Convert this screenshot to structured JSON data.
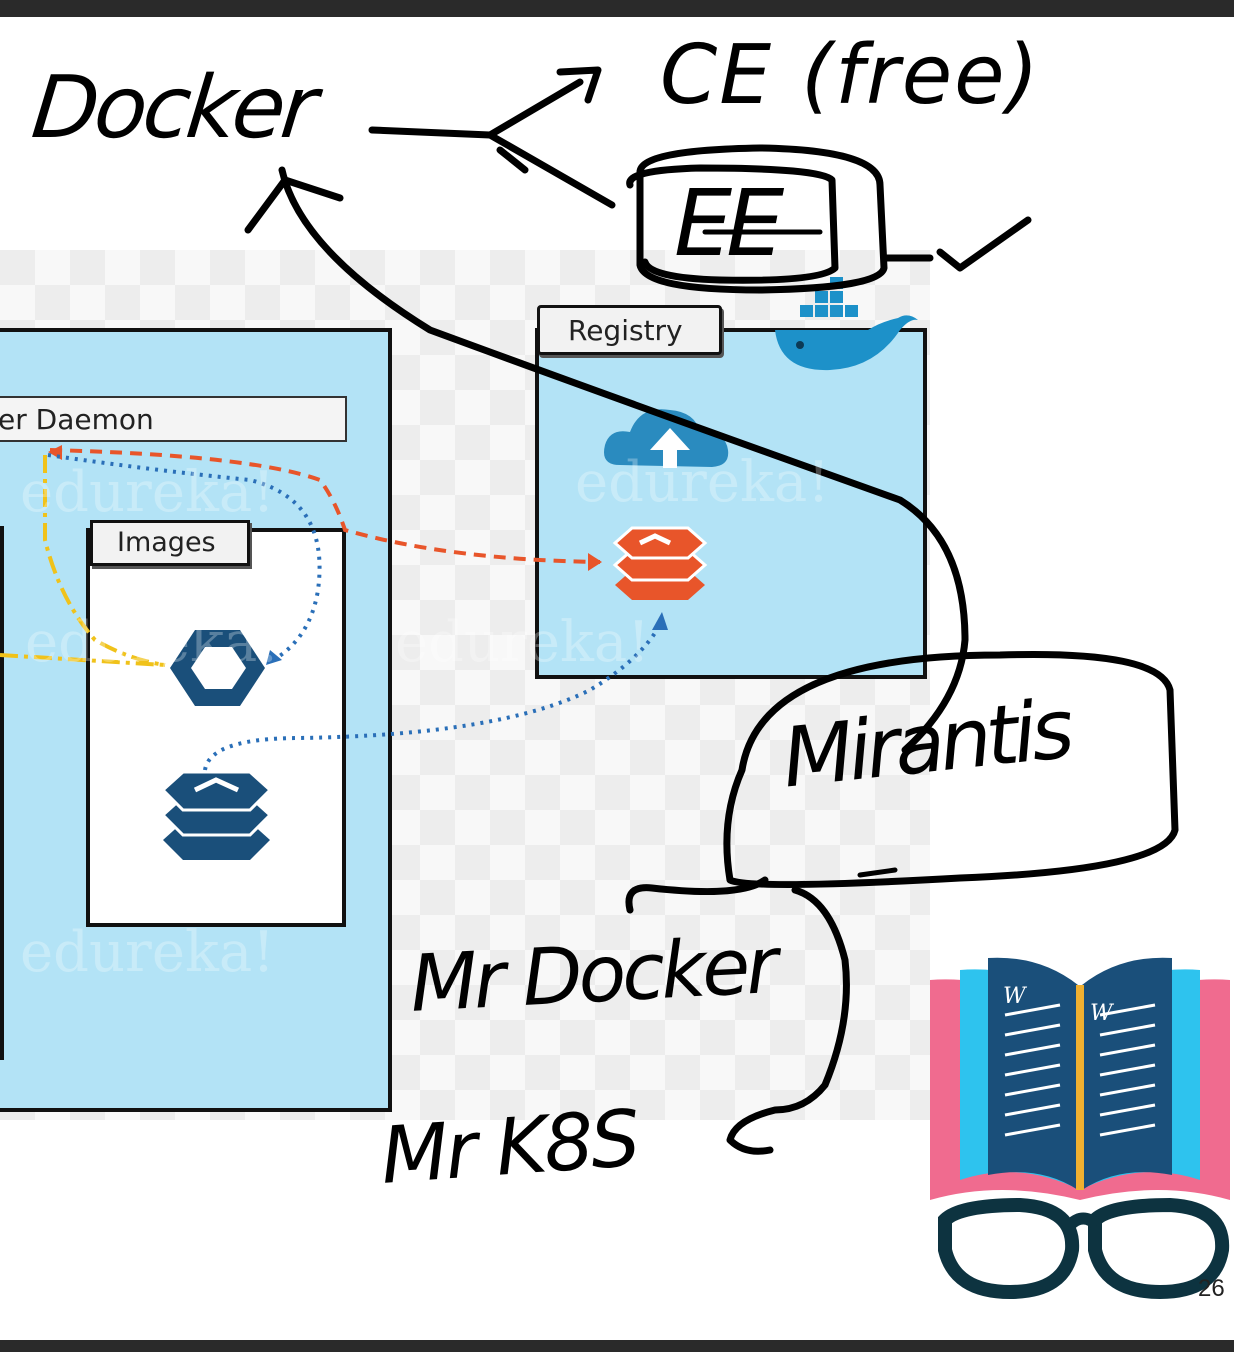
{
  "diagram": {
    "labels": {
      "daemon": "er Daemon",
      "images": "Images",
      "registry": "Registry"
    },
    "watermark": "edureka!",
    "page_number": "26"
  },
  "handwriting": {
    "docker": "Docker",
    "ce": "CE (free)",
    "ee": "EE",
    "mirantis": "Mirantis",
    "mr_docker": "Mr Docker",
    "mr_k8s": "Mr K8S"
  },
  "colors": {
    "panel": "#b3e3f6",
    "navy": "#1a4f7a",
    "orange": "#e8552a",
    "cloud": "#2a8bbf",
    "yellow": "#f0c21a",
    "logo_pink": "#f06b8f",
    "logo_cyan": "#2ec3ee"
  }
}
